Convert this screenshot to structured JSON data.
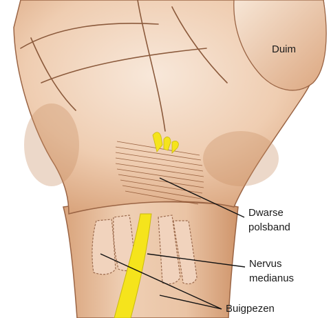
{
  "labels": {
    "thumb": "Duim",
    "transverse_ligament_line1": "Dwarse",
    "transverse_ligament_line2": "polsband",
    "median_nerve_line1": "Nervus",
    "median_nerve_line2": "medianus",
    "flexor_tendons": "Buigpezen"
  },
  "colors": {
    "skin_light": "#f6e3d2",
    "skin_mid": "#e7b892",
    "skin_shadow": "#c98f64",
    "outline": "#8b5a3c",
    "nerve": "#f5e41c",
    "leader_line": "#111111"
  }
}
